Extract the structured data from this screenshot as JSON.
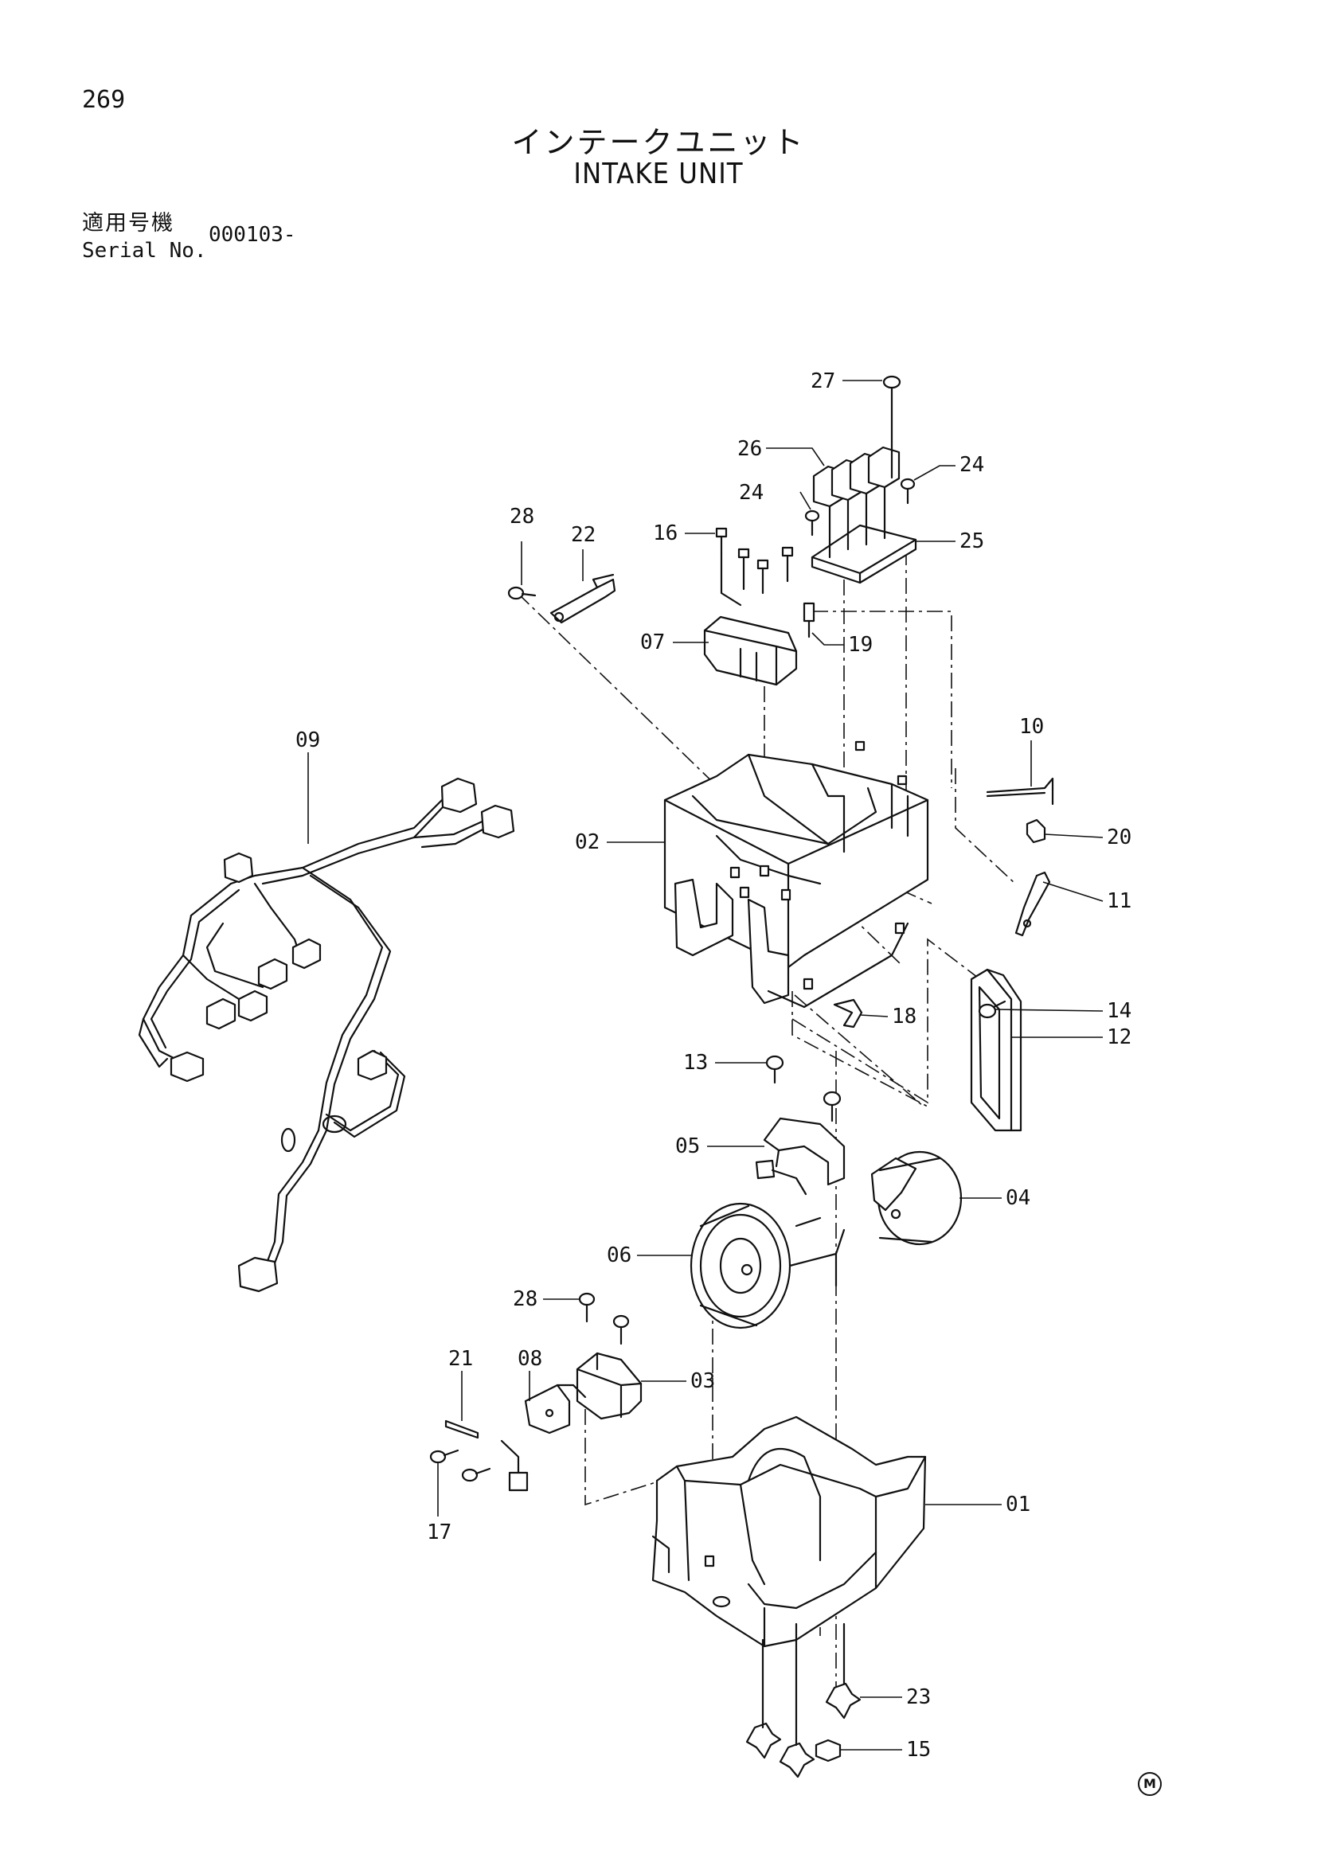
{
  "page_number": "269",
  "title_ja": "インテークユニット",
  "title_en": "INTAKE UNIT",
  "serial_label_ja": "適用号機",
  "serial_label_en": "Serial No.",
  "serial_value": "000103-",
  "footer_mark": "M",
  "callouts": {
    "c27": "27",
    "c26": "26",
    "c24a": "24",
    "c24b": "24",
    "c25": "25",
    "c16": "16",
    "c28a": "28",
    "c22": "22",
    "c07": "07",
    "c19": "19",
    "c10": "10",
    "c09": "09",
    "c02": "02",
    "c20": "20",
    "c11": "11",
    "c14": "14",
    "c12": "12",
    "c18": "18",
    "c13": "13",
    "c05": "05",
    "c04": "04",
    "c06": "06",
    "c28b": "28",
    "c21": "21",
    "c08": "08",
    "c03": "03",
    "c17": "17",
    "c01": "01",
    "c23": "23",
    "c15": "15"
  }
}
